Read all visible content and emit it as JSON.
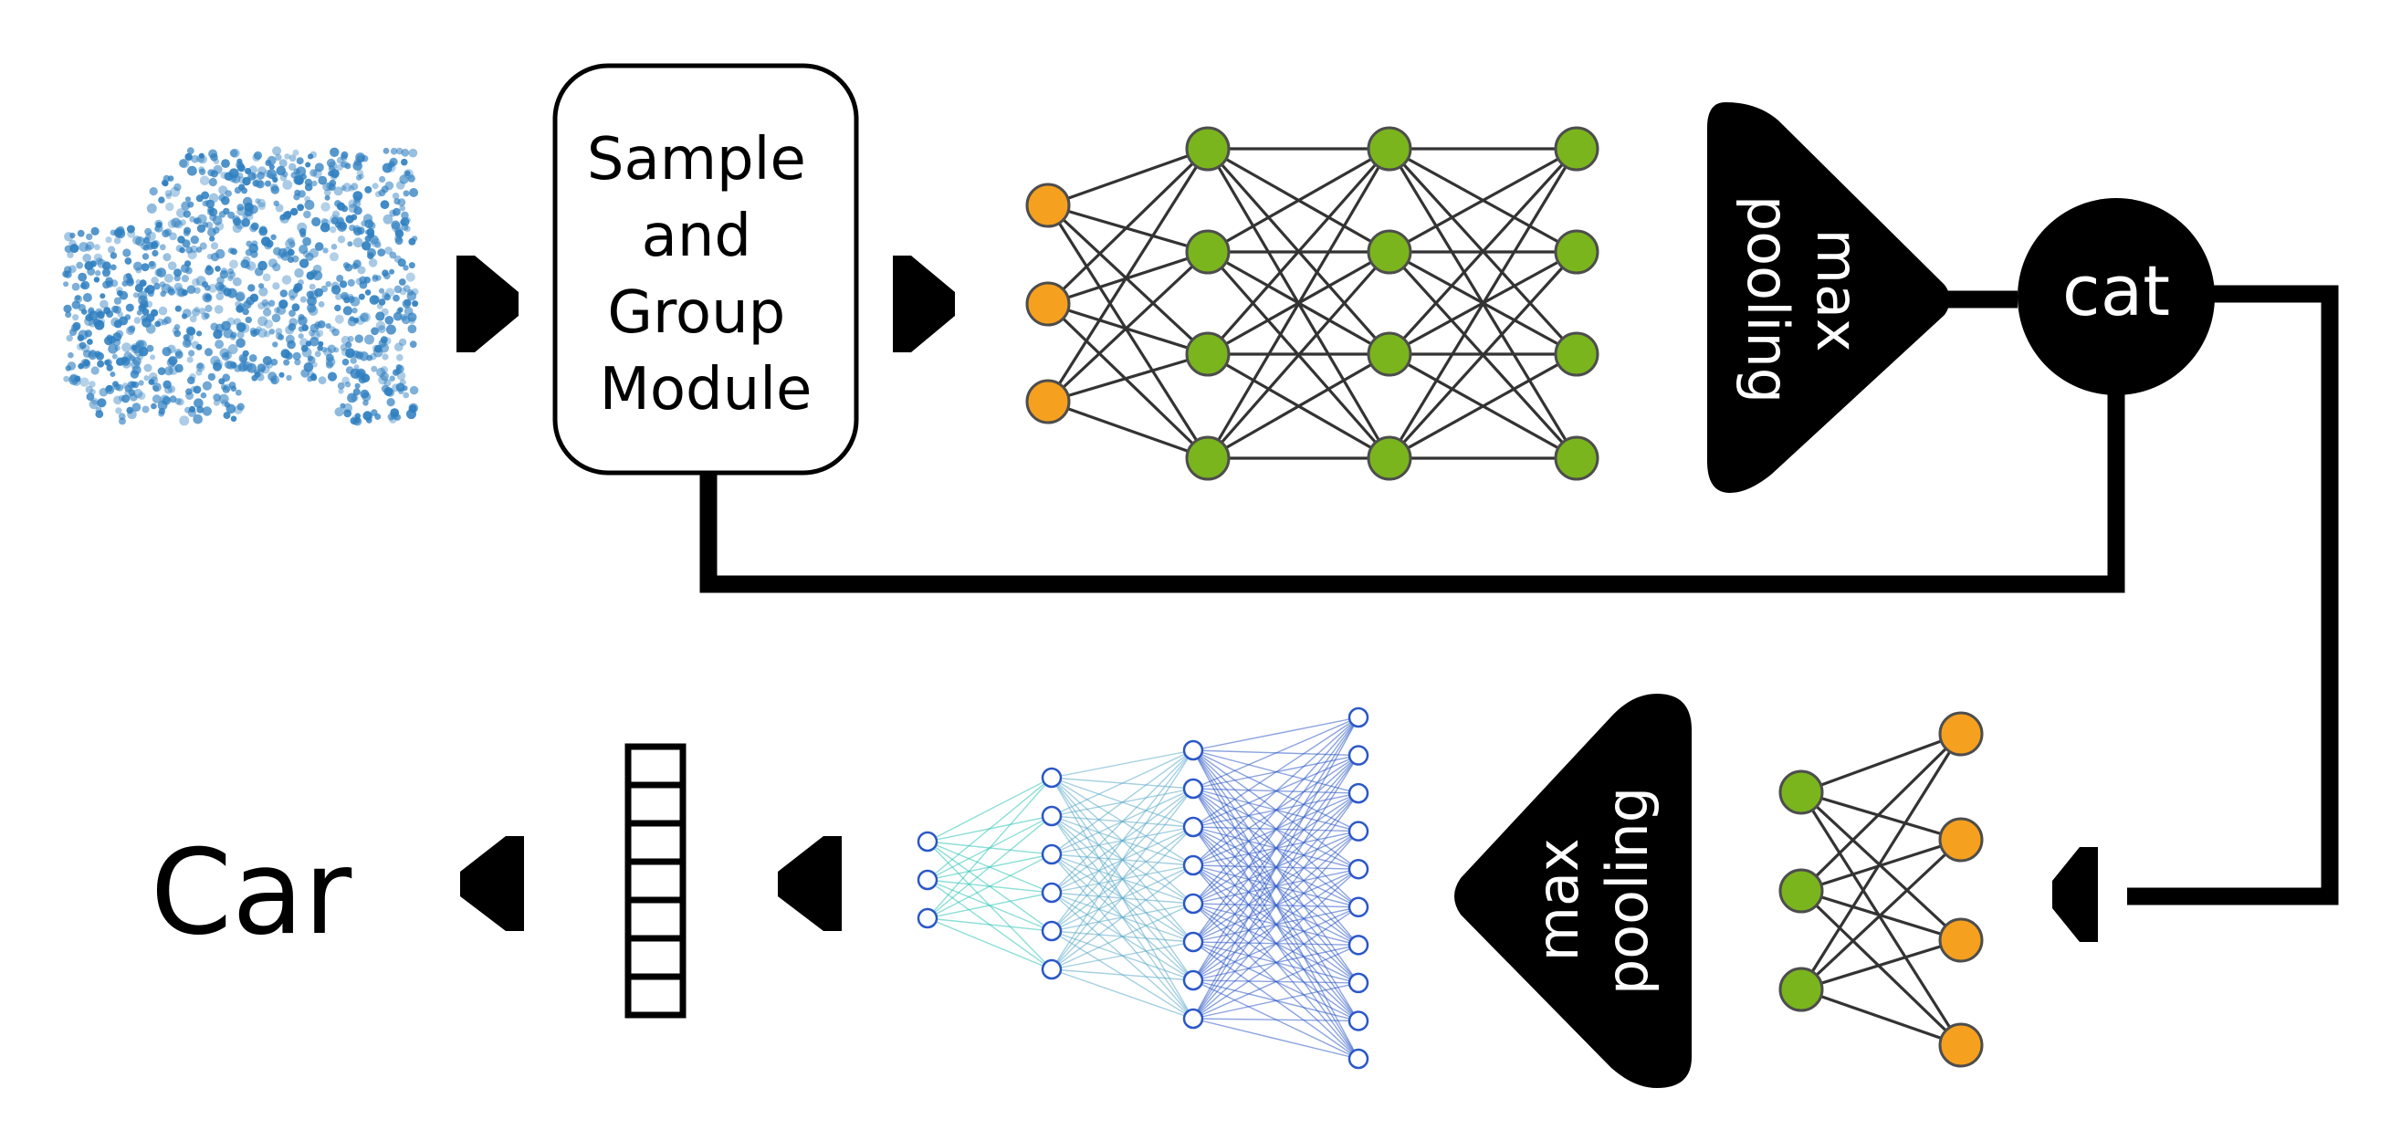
{
  "sample_group_module": {
    "lines": [
      "Sample",
      "and",
      "Group",
      "Module"
    ]
  },
  "pool_top": {
    "lines": [
      "max",
      "pooling"
    ]
  },
  "cat_label": "cat",
  "pool_bottom": {
    "lines": [
      "max",
      "pooling"
    ]
  },
  "output_label": "Car",
  "colors": {
    "point_cloud": "#2f7fc0",
    "input_node": "#f5a01e",
    "hidden_node": "#7ab51d",
    "edge": "#333333",
    "final_net_edge_start": "#2ec4b6",
    "final_net_edge_end": "#2b57c7",
    "final_net_node": "#2b57c7",
    "flow": "#000000"
  },
  "networks": {
    "top_mlp_layers": [
      3,
      4,
      4,
      4
    ],
    "bottom_mlp_layers": [
      3,
      4
    ],
    "classifier_layers": [
      3,
      6,
      8,
      10
    ]
  },
  "output_vector_cells": 7
}
